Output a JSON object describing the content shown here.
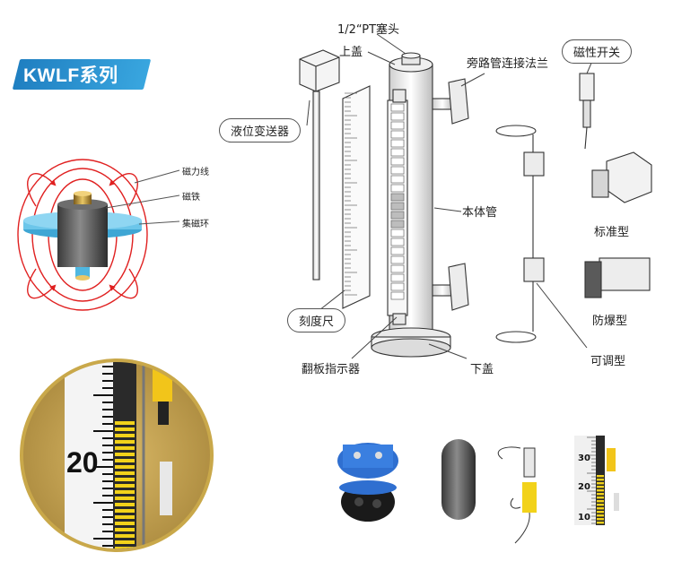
{
  "series_title": "KWLF系列",
  "magnet_labels": {
    "flux_lines": "磁力线",
    "magnet": "磁铁",
    "collector_ring": "集磁环"
  },
  "diagram_labels": {
    "plug": "1/2“PT塞头",
    "top_cover": "上盖",
    "bypass_flange": "旁路管连接法兰",
    "magnetic_switch": "磁性开关",
    "transmitter": "液位变送器",
    "body_tube": "本体管",
    "standard_type": "标准型",
    "explosion_proof": "防爆型",
    "scale": "刻度尺",
    "adjustable_type": "可调型",
    "flip_indicator": "翻板指示器",
    "bottom_cover": "下盖"
  },
  "photo_scale_numbers": {
    "inset_20": "20",
    "small_30": "30",
    "small_20": "20",
    "small_10": "10"
  },
  "colors": {
    "badge": "#2a8fd0",
    "flux": "#e02020",
    "ring": "#4fb7e0",
    "flap_yellow": "#f2d21a",
    "inset_frame": "#c9a84a"
  }
}
